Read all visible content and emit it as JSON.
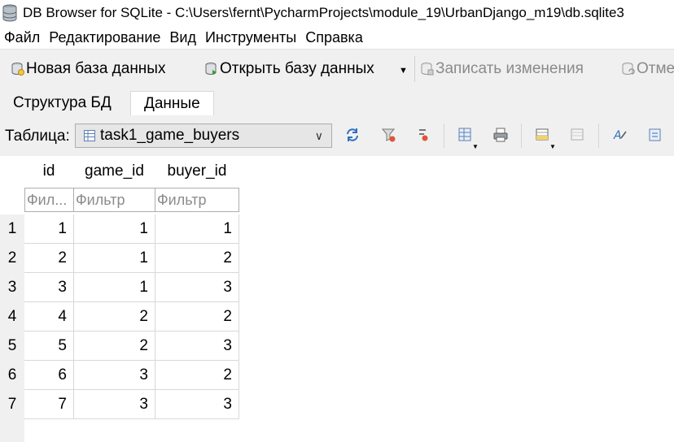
{
  "window": {
    "title": "DB Browser for SQLite - C:\\Users\\fernt\\PycharmProjects\\module_19\\UrbanDjango_m19\\db.sqlite3"
  },
  "menu": [
    "Файл",
    "Редактирование",
    "Вид",
    "Инструменты",
    "Справка"
  ],
  "toolbar": {
    "new_db": "Новая база данных",
    "open_db": "Открыть базу данных",
    "write_changes": "Записать изменения",
    "revert_changes": "Отме"
  },
  "tabs": [
    "Структура БД",
    "Данные"
  ],
  "table_bar": {
    "label": "Таблица:",
    "selected_table": "task1_game_buyers"
  },
  "grid": {
    "columns": [
      "id",
      "game_id",
      "buyer_id"
    ],
    "filters": [
      "Фил...",
      "Фильтр",
      "Фильтр"
    ],
    "rows": [
      [
        "1",
        "1",
        "1"
      ],
      [
        "2",
        "1",
        "2"
      ],
      [
        "3",
        "1",
        "3"
      ],
      [
        "4",
        "2",
        "2"
      ],
      [
        "5",
        "2",
        "3"
      ],
      [
        "6",
        "3",
        "2"
      ],
      [
        "7",
        "3",
        "3"
      ]
    ],
    "row_numbers": [
      "1",
      "2",
      "3",
      "4",
      "5",
      "6",
      "7"
    ]
  },
  "colors": {
    "toolbar_bg": "#f0f0f0",
    "disabled_text": "#8a8a8a",
    "border": "#adadad"
  }
}
